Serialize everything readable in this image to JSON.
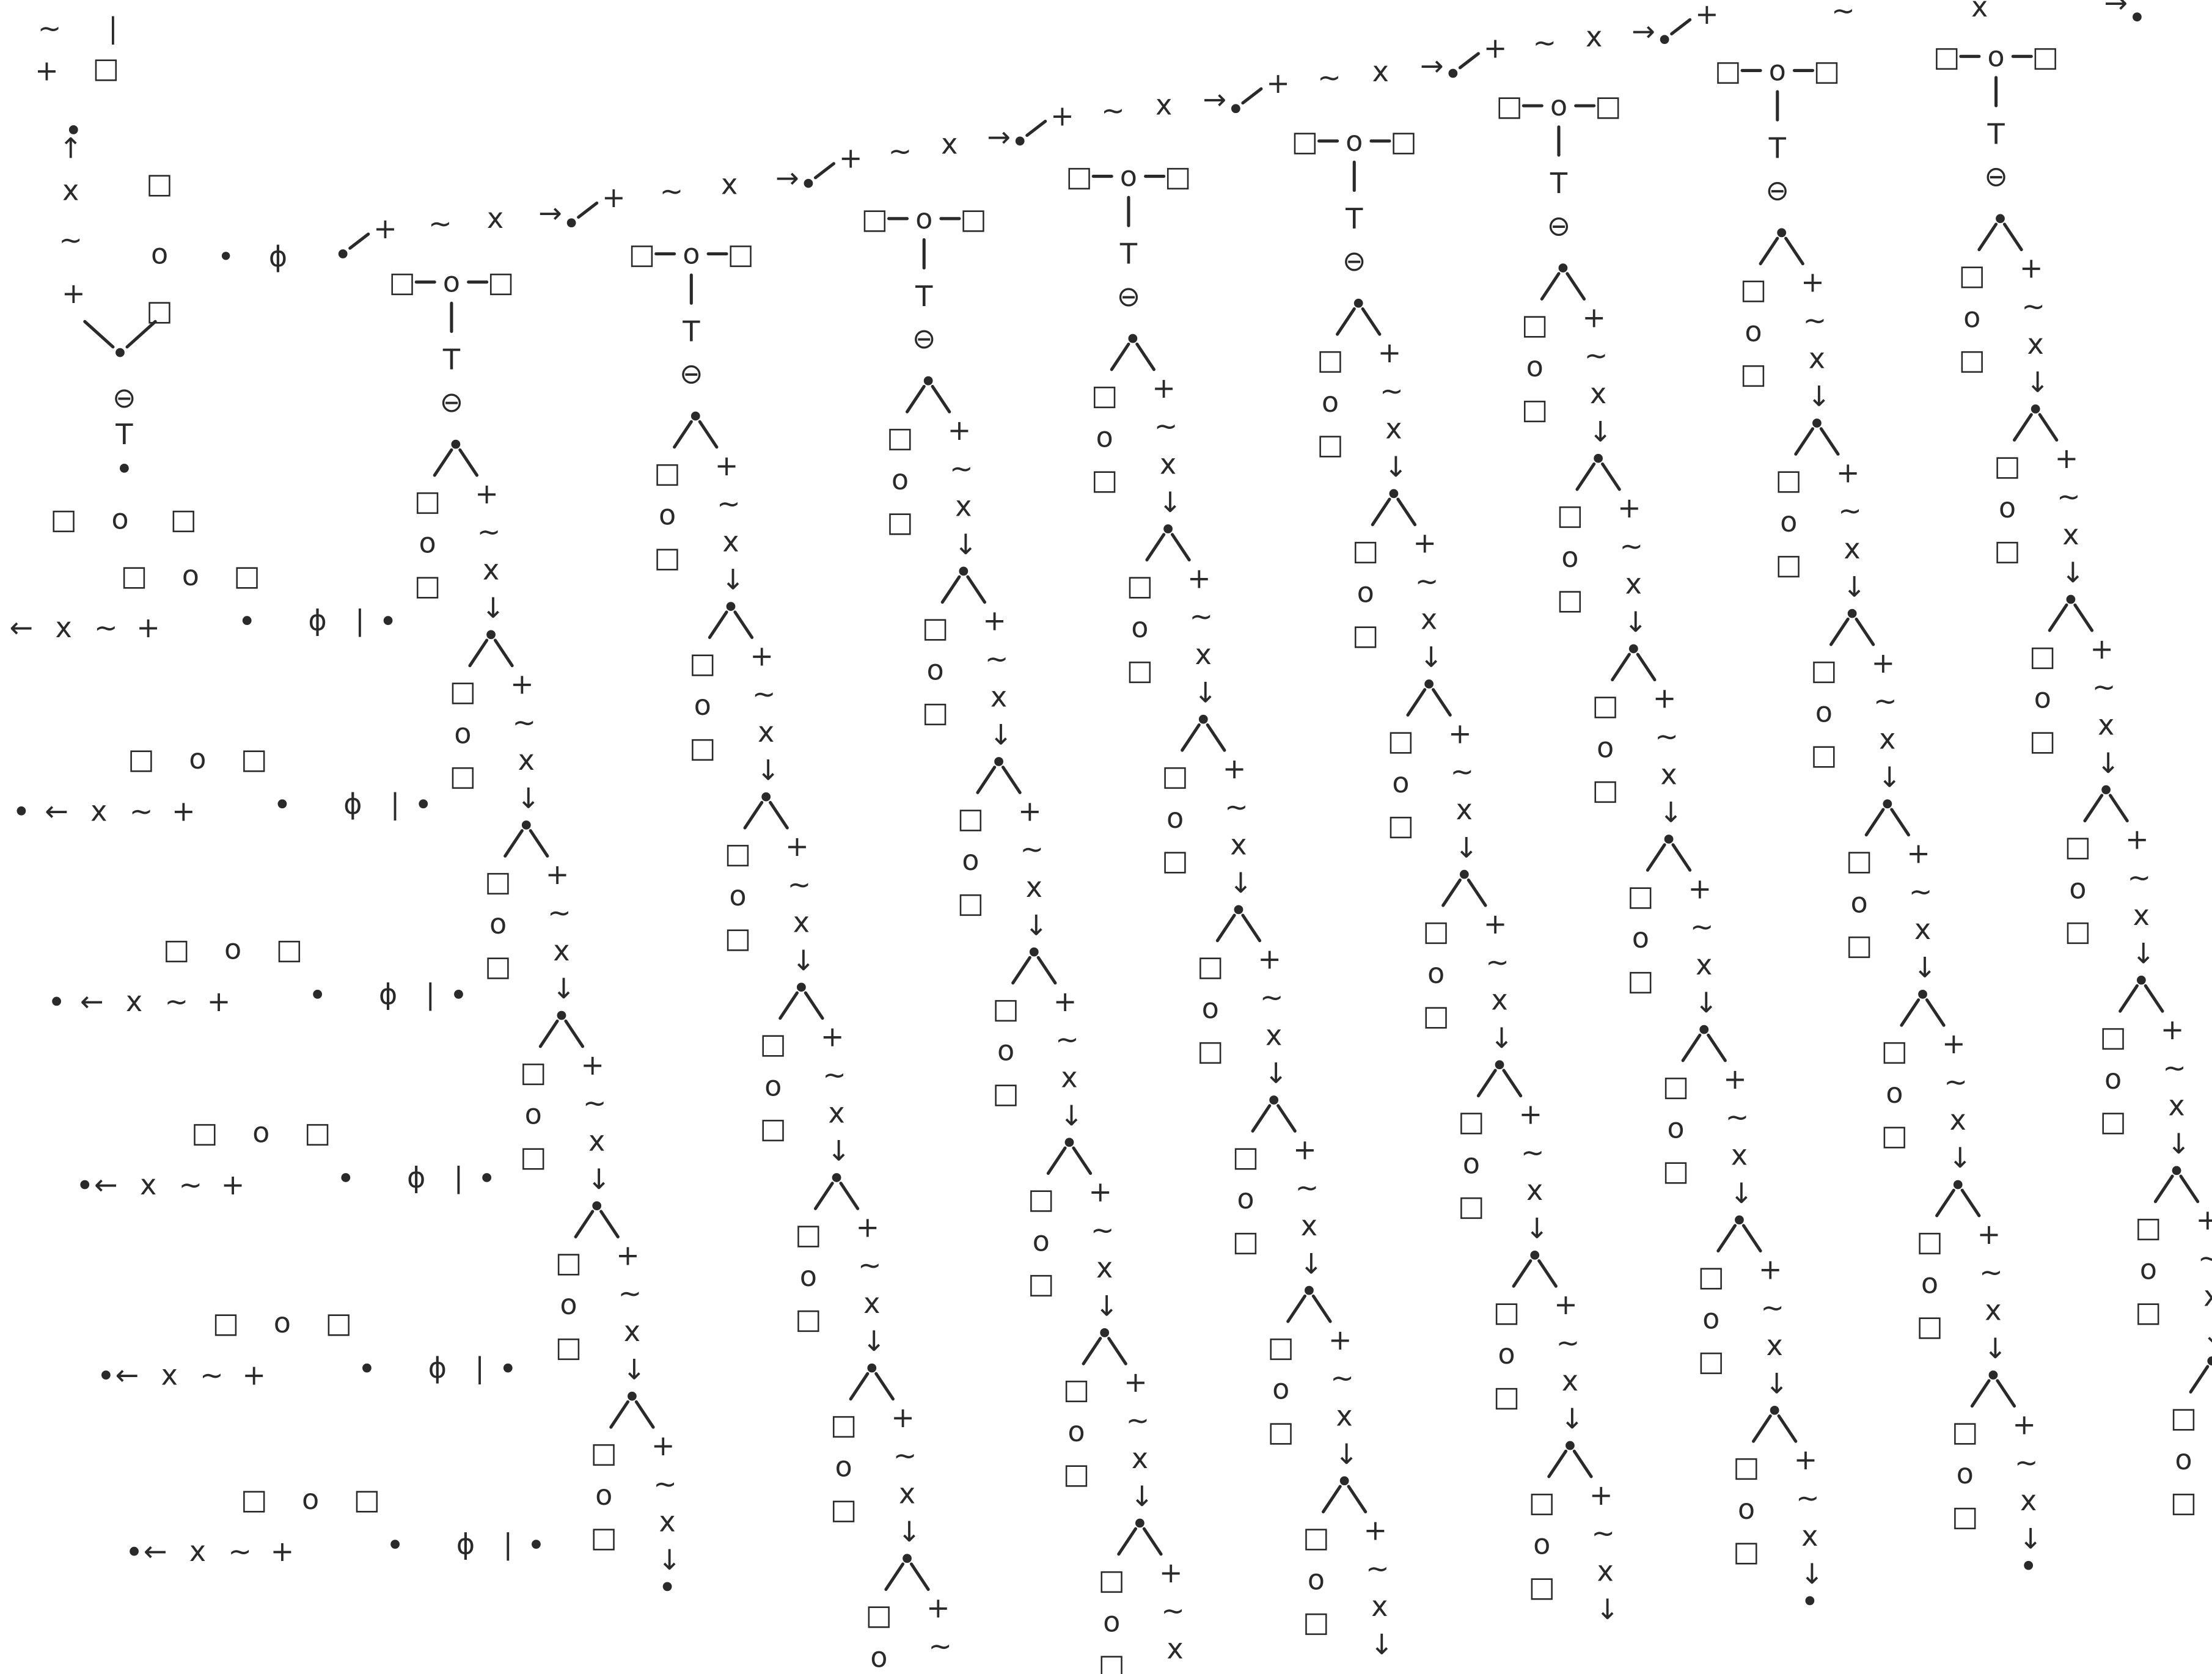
{
  "motif": {
    "chain_horizontal": [
      "+",
      "~",
      "x",
      "→"
    ],
    "chain_vertical": [
      "+",
      "~",
      "x",
      "↓"
    ],
    "chain_left": [
      "+",
      "~",
      "x",
      "←"
    ],
    "triad": [
      "□",
      "o",
      "□"
    ],
    "stem": [
      "T",
      "⊖"
    ],
    "phi": "ϕ",
    "node": "•"
  },
  "columns": [
    {
      "units": 7
    },
    {
      "units": 7
    },
    {
      "units": 7
    },
    {
      "units": 7
    },
    {
      "units": 7
    },
    {
      "units": 7
    },
    {
      "units": 7
    },
    {
      "units": 7
    }
  ],
  "left_branches": 6
}
